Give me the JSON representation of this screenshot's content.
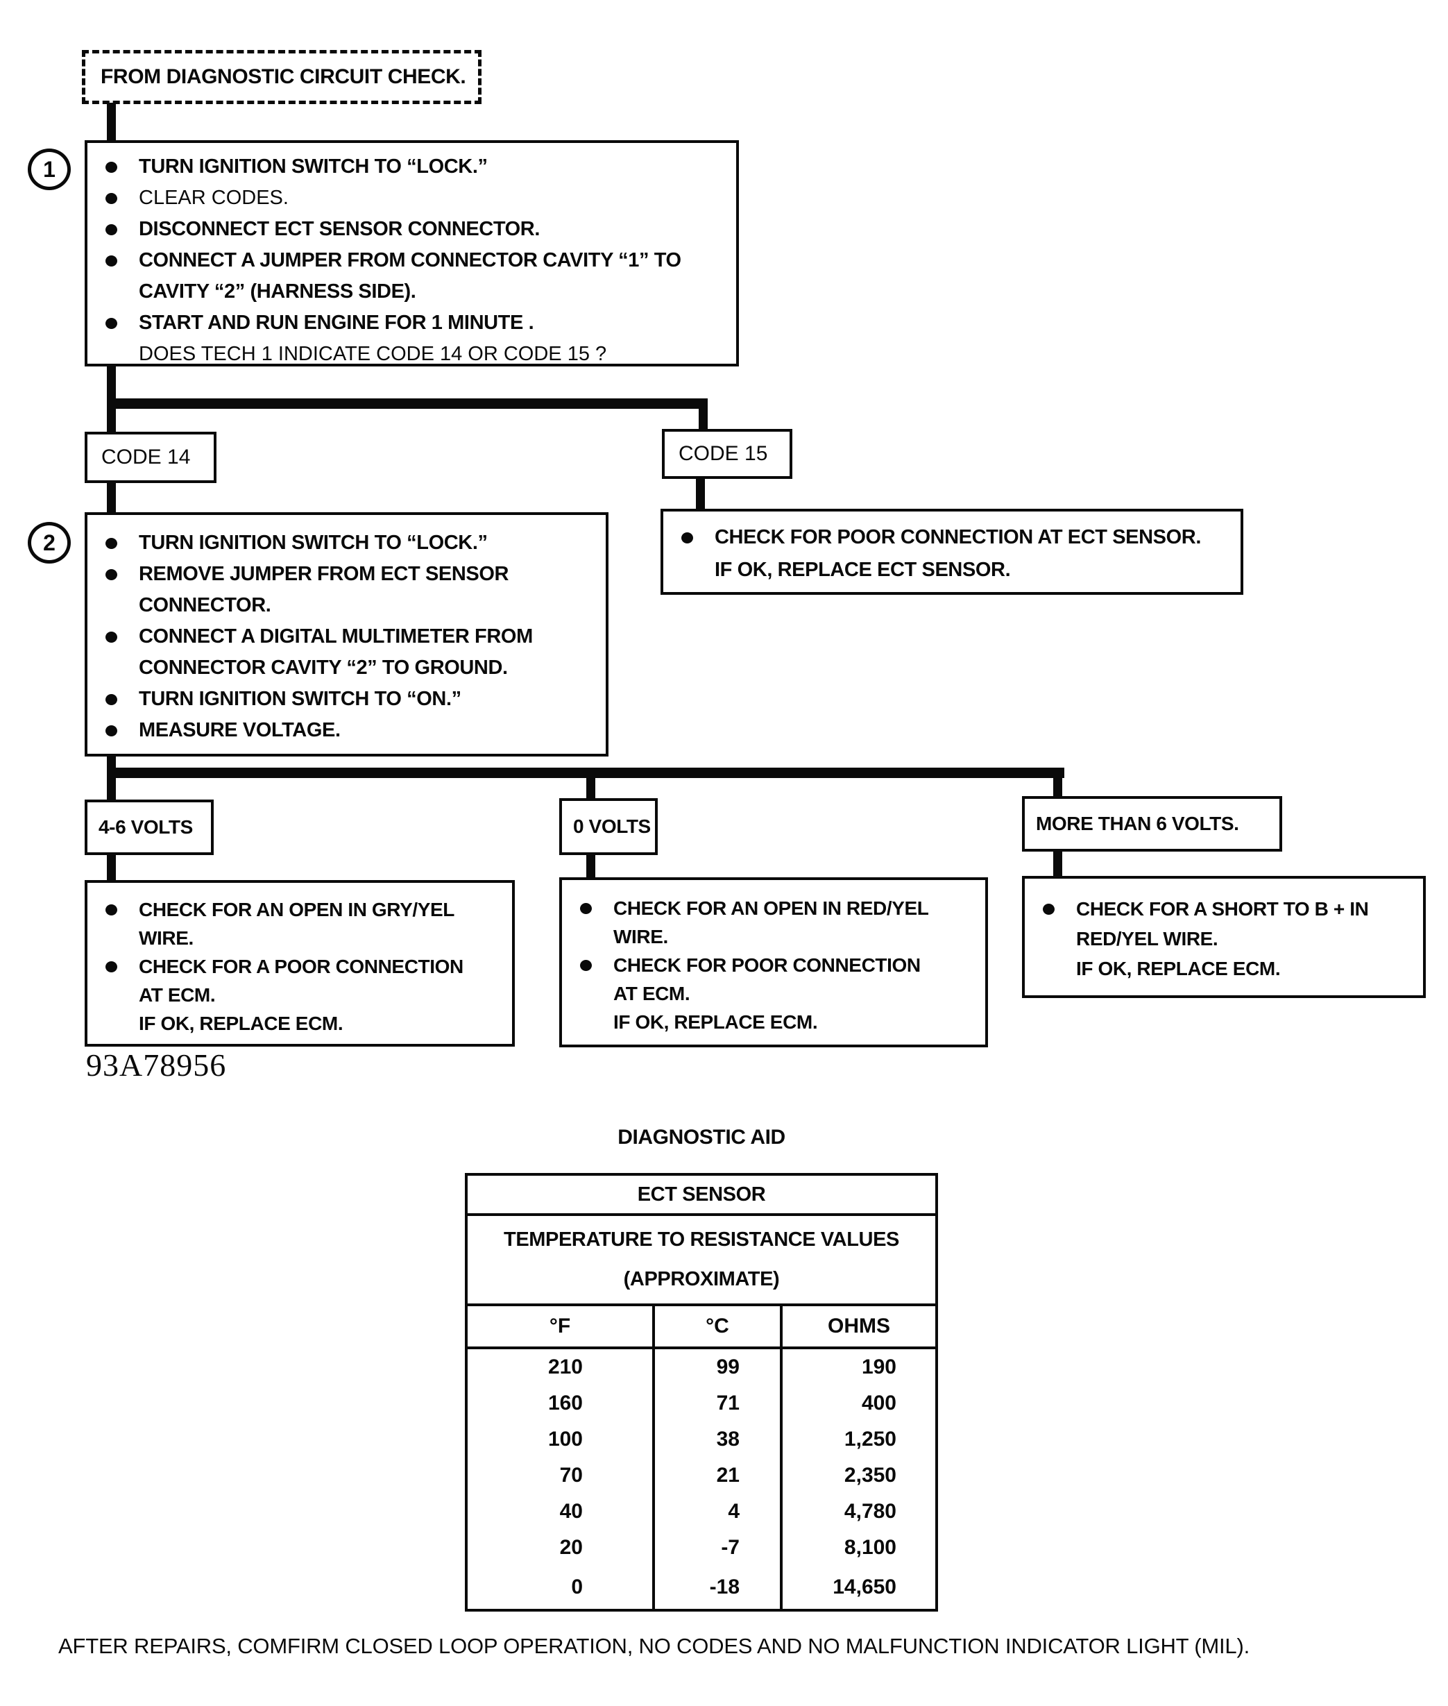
{
  "flowchart": {
    "start_box": {
      "label": "FROM DIAGNOSTIC CIRCUIT CHECK."
    },
    "step1": {
      "number": "1",
      "lines": [
        {
          "bullet": true,
          "bold": true,
          "text": "TURN IGNITION SWITCH TO “LOCK.”"
        },
        {
          "bullet": true,
          "bold": false,
          "text": "CLEAR CODES."
        },
        {
          "bullet": true,
          "bold": true,
          "text": "DISCONNECT ECT SENSOR CONNECTOR."
        },
        {
          "bullet": true,
          "bold": true,
          "text": "CONNECT A JUMPER FROM CONNECTOR CAVITY “1” TO"
        },
        {
          "bullet": false,
          "bold": true,
          "text": "CAVITY “2” (HARNESS SIDE)."
        },
        {
          "bullet": true,
          "bold": true,
          "text": "START AND RUN ENGINE FOR 1 MINUTE ."
        },
        {
          "bullet": false,
          "bold": false,
          "text": "DOES TECH 1 INDICATE CODE 14 OR CODE 15 ?"
        }
      ]
    },
    "code14": {
      "label": "CODE 14"
    },
    "code15": {
      "label": "CODE 15"
    },
    "step2": {
      "number": "2",
      "lines": [
        {
          "bullet": true,
          "bold": true,
          "text": "TURN IGNITION SWITCH TO “LOCK.”"
        },
        {
          "bullet": true,
          "bold": true,
          "text": "REMOVE JUMPER FROM ECT SENSOR"
        },
        {
          "bullet": false,
          "bold": true,
          "text": "CONNECTOR."
        },
        {
          "bullet": true,
          "bold": true,
          "text": "CONNECT A DIGITAL MULTIMETER FROM"
        },
        {
          "bullet": false,
          "bold": true,
          "text": "CONNECTOR CAVITY “2” TO GROUND."
        },
        {
          "bullet": true,
          "bold": true,
          "text": "TURN IGNITION SWITCH TO “ON.”"
        },
        {
          "bullet": true,
          "bold": true,
          "text": "MEASURE VOLTAGE."
        }
      ]
    },
    "code15_action": {
      "lines": [
        {
          "bullet": true,
          "text": "CHECK FOR POOR CONNECTION AT ECT SENSOR."
        },
        {
          "bullet": false,
          "text": "IF OK, REPLACE ECT SENSOR."
        }
      ]
    },
    "branches": [
      {
        "label": "4-6 VOLTS",
        "lines": [
          {
            "bullet": true,
            "text": "CHECK FOR AN OPEN IN GRY/YEL"
          },
          {
            "bullet": false,
            "text": "WIRE."
          },
          {
            "bullet": true,
            "text": "CHECK FOR A POOR CONNECTION"
          },
          {
            "bullet": false,
            "text": "AT ECM."
          },
          {
            "bullet": false,
            "text": "IF OK, REPLACE ECM."
          }
        ]
      },
      {
        "label": "0 VOLTS",
        "lines": [
          {
            "bullet": true,
            "text": "CHECK FOR AN OPEN IN RED/YEL"
          },
          {
            "bullet": false,
            "text": "WIRE."
          },
          {
            "bullet": true,
            "text": "CHECK FOR POOR CONNECTION"
          },
          {
            "bullet": false,
            "text": "AT ECM."
          },
          {
            "bullet": false,
            "text": "IF OK, REPLACE ECM."
          }
        ]
      },
      {
        "label": "MORE THAN 6 VOLTS.",
        "lines": [
          {
            "bullet": true,
            "text": "CHECK FOR A SHORT TO B + IN"
          },
          {
            "bullet": false,
            "text": "RED/YEL WIRE."
          },
          {
            "bullet": false,
            "text": "IF OK, REPLACE ECM."
          }
        ]
      }
    ]
  },
  "figure_code": "93A78956",
  "diagnostic_aid": {
    "title": "DIAGNOSTIC AID",
    "table": {
      "title": "ECT SENSOR",
      "subtitle_line1": "TEMPERATURE TO RESISTANCE VALUES",
      "subtitle_line2": "(APPROXIMATE)",
      "columns": [
        "°F",
        "°C",
        "OHMS"
      ],
      "rows": [
        [
          "210",
          "99",
          "190"
        ],
        [
          "160",
          "71",
          "400"
        ],
        [
          "100",
          "38",
          "1,250"
        ],
        [
          "70",
          "21",
          "2,350"
        ],
        [
          "40",
          "4",
          "4,780"
        ],
        [
          "20",
          "-7",
          "8,100"
        ],
        [
          "0",
          "-18",
          "14,650"
        ]
      ]
    }
  },
  "footer_note": "AFTER REPAIRS, COMFIRM CLOSED LOOP OPERATION, NO CODES AND NO MALFUNCTION INDICATOR LIGHT (MIL)."
}
